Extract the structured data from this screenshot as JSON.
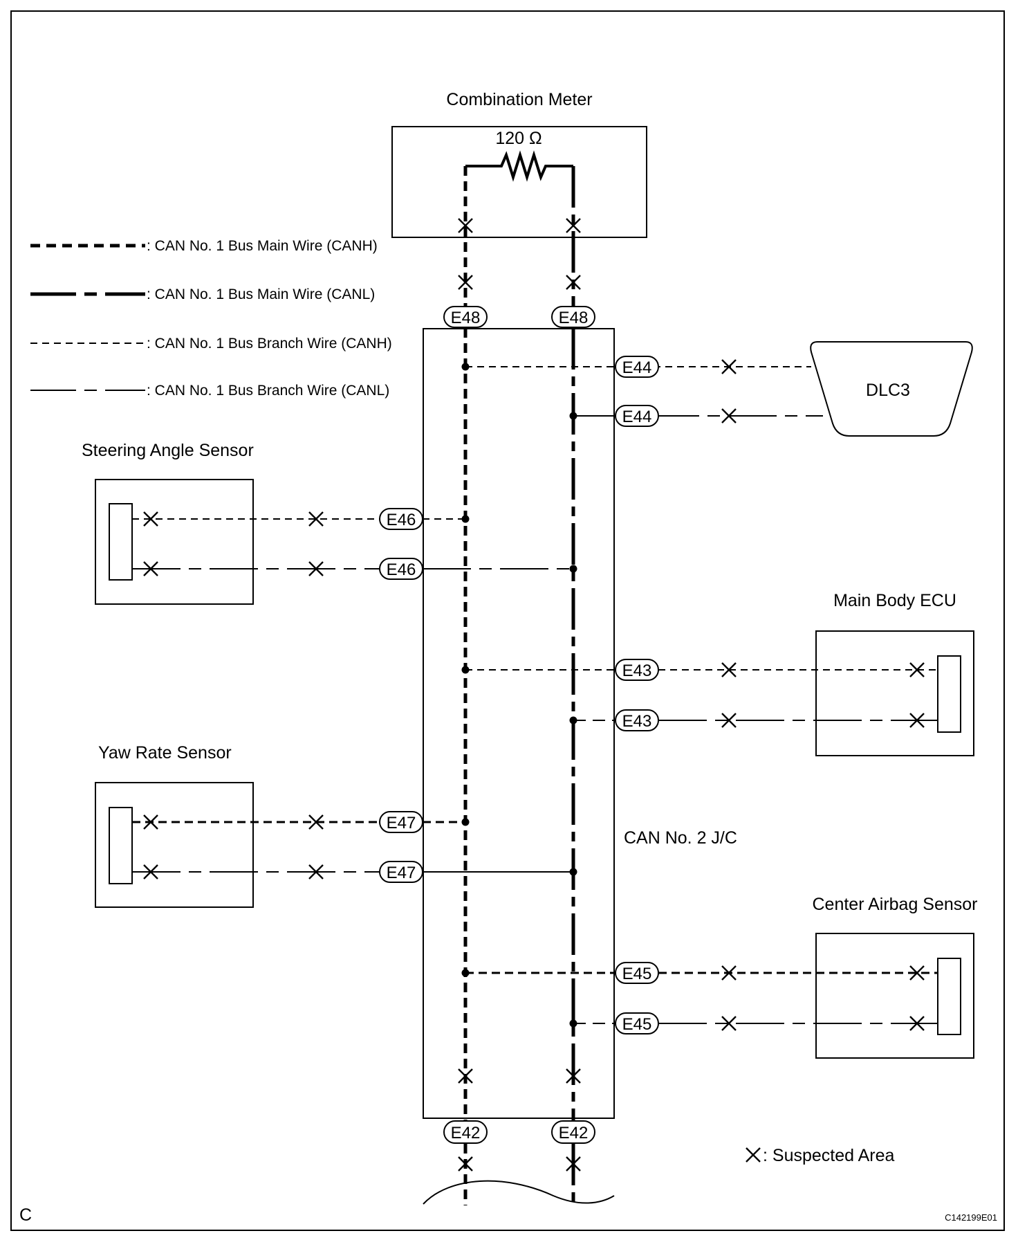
{
  "components": {
    "combination_meter": "Combination Meter",
    "resistor": "120 Ω",
    "dlc3": "DLC3",
    "steering_angle_sensor": "Steering Angle Sensor",
    "yaw_rate_sensor": "Yaw Rate Sensor",
    "main_body_ecu": "Main Body ECU",
    "center_airbag_sensor": "Center Airbag Sensor",
    "junction": "CAN No. 2 J/C"
  },
  "legend": {
    "main_canh": ": CAN No. 1 Bus Main Wire (CANH)",
    "main_canl": ": CAN No. 1 Bus Main Wire (CANL)",
    "branch_canh": ": CAN No. 1 Bus Branch Wire (CANH)",
    "branch_canl": ": CAN No. 1 Bus Branch Wire (CANL)",
    "suspected": ": Suspected Area"
  },
  "connectors": {
    "e48": "E48",
    "e44": "E44",
    "e46": "E46",
    "e43": "E43",
    "e47": "E47",
    "e45": "E45",
    "e42": "E42"
  },
  "corner": {
    "letter": "C",
    "code": "C142199E01"
  }
}
